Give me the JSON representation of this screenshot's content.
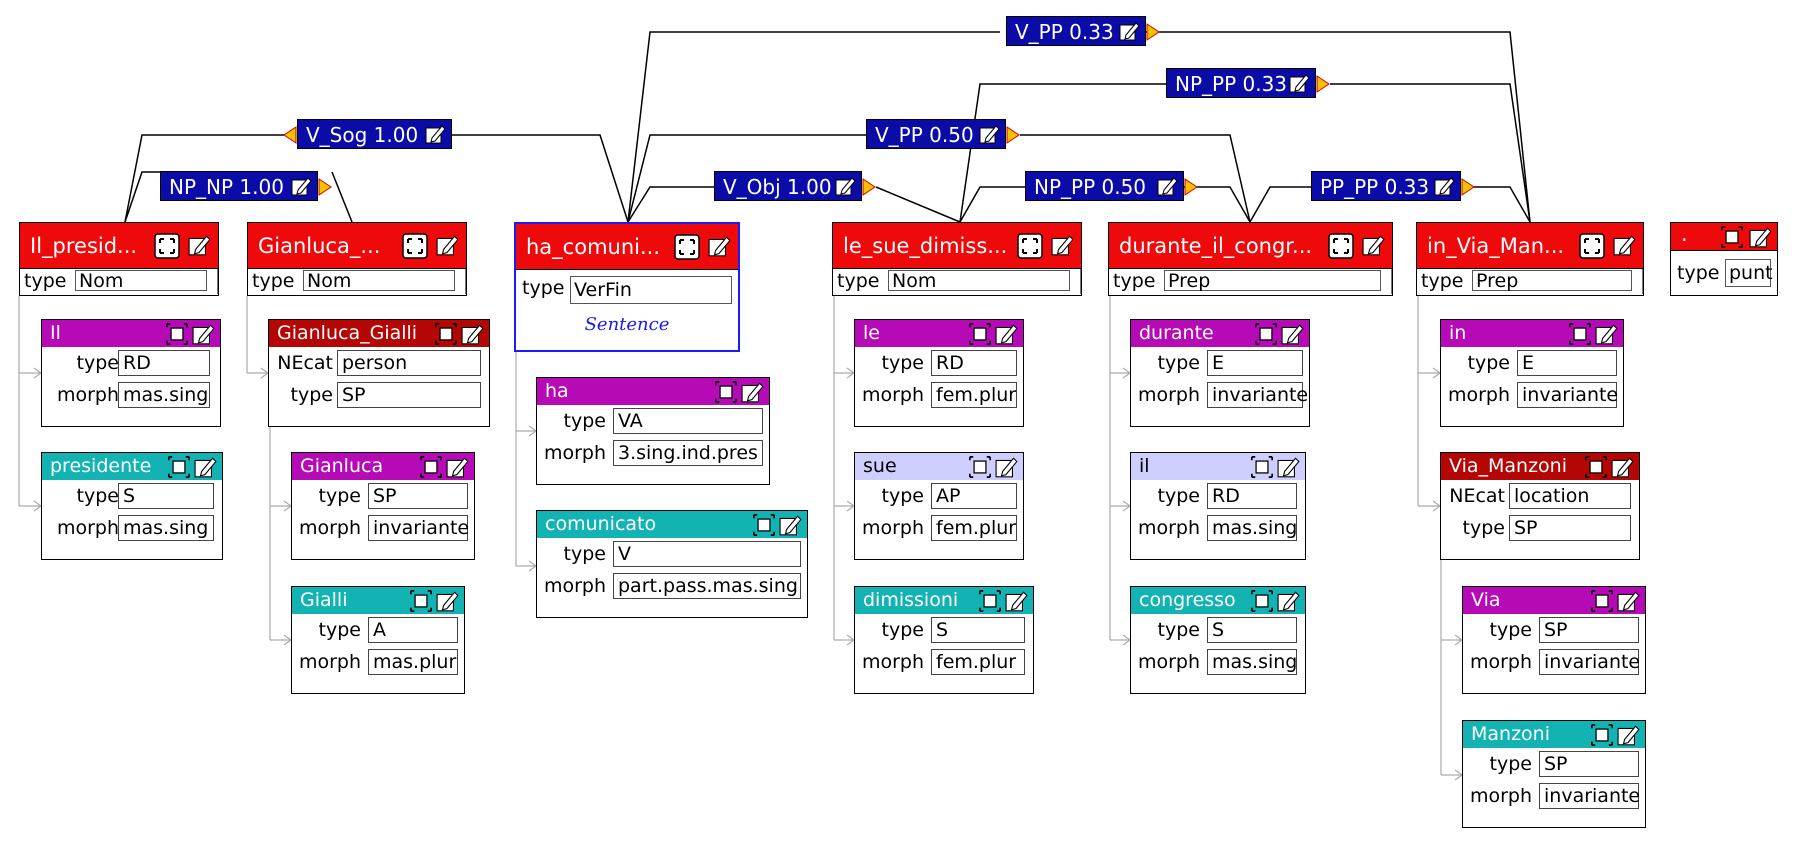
{
  "relations": [
    {
      "id": "r1",
      "label": "V_PP 0.33"
    },
    {
      "id": "r2",
      "label": "NP_PP 0.33"
    },
    {
      "id": "r3",
      "label": "V_Sog 1.00"
    },
    {
      "id": "r4",
      "label": "V_PP 0.50"
    },
    {
      "id": "r5",
      "label": "NP_NP 1.00"
    },
    {
      "id": "r6",
      "label": "V_Obj 1.00"
    },
    {
      "id": "r7",
      "label": "NP_PP 0.50"
    },
    {
      "id": "r8",
      "label": "PP_PP 0.33"
    }
  ],
  "chunks": [
    {
      "id": "c1",
      "title": "Il_presid...",
      "key": "type",
      "value": "Nom"
    },
    {
      "id": "c2",
      "title": "Gianluca_...",
      "key": "type",
      "value": "Nom"
    },
    {
      "id": "c3",
      "title": "ha_comuni...",
      "key": "type",
      "value": "VerFin",
      "sentence_label": "Sentence"
    },
    {
      "id": "c4",
      "title": "le_sue_dimiss...",
      "key": "type",
      "value": "Nom"
    },
    {
      "id": "c5",
      "title": "durante_il_congr...",
      "key": "type",
      "value": "Prep"
    },
    {
      "id": "c6",
      "title": "in_Via_Man...",
      "key": "type",
      "value": "Prep"
    },
    {
      "id": "c7",
      "title": ".",
      "key": "type",
      "value": "punt"
    }
  ],
  "tokens": [
    {
      "id": "t1",
      "title": "Il",
      "fields": [
        [
          "type",
          "RD"
        ],
        [
          "morph",
          "mas.sing"
        ]
      ]
    },
    {
      "id": "t2",
      "title": "presidente",
      "fields": [
        [
          "type",
          "S"
        ],
        [
          "morph",
          "mas.sing"
        ]
      ]
    },
    {
      "id": "t3",
      "title": "Gianluca_Gialli",
      "fields": [
        [
          "NEcat",
          "person"
        ],
        [
          "type",
          "SP"
        ]
      ]
    },
    {
      "id": "t4",
      "title": "Gianluca",
      "fields": [
        [
          "type",
          "SP"
        ],
        [
          "morph",
          "invariante"
        ]
      ]
    },
    {
      "id": "t5",
      "title": "Gialli",
      "fields": [
        [
          "type",
          "A"
        ],
        [
          "morph",
          "mas.plur"
        ]
      ]
    },
    {
      "id": "t6",
      "title": "ha",
      "fields": [
        [
          "type",
          "VA"
        ],
        [
          "morph",
          "3.sing.ind.pres"
        ]
      ]
    },
    {
      "id": "t7",
      "title": "comunicato",
      "fields": [
        [
          "type",
          "V"
        ],
        [
          "morph",
          "part.pass.mas.sing"
        ]
      ]
    },
    {
      "id": "t8",
      "title": "le",
      "fields": [
        [
          "type",
          "RD"
        ],
        [
          "morph",
          "fem.plur"
        ]
      ]
    },
    {
      "id": "t9",
      "title": "sue",
      "fields": [
        [
          "type",
          "AP"
        ],
        [
          "morph",
          "fem.plur"
        ]
      ]
    },
    {
      "id": "t10",
      "title": "dimissioni",
      "fields": [
        [
          "type",
          "S"
        ],
        [
          "morph",
          "fem.plur"
        ]
      ]
    },
    {
      "id": "t11",
      "title": "durante",
      "fields": [
        [
          "type",
          "E"
        ],
        [
          "morph",
          "invariante"
        ]
      ]
    },
    {
      "id": "t12",
      "title": "il",
      "fields": [
        [
          "type",
          "RD"
        ],
        [
          "morph",
          "mas.sing"
        ]
      ]
    },
    {
      "id": "t13",
      "title": "congresso",
      "fields": [
        [
          "type",
          "S"
        ],
        [
          "morph",
          "mas.sing"
        ]
      ]
    },
    {
      "id": "t14",
      "title": "in",
      "fields": [
        [
          "type",
          "E"
        ],
        [
          "morph",
          "invariante"
        ]
      ]
    },
    {
      "id": "t15",
      "title": "Via_Manzoni",
      "fields": [
        [
          "NEcat",
          "location"
        ],
        [
          "type",
          "SP"
        ]
      ]
    },
    {
      "id": "t16",
      "title": "Via",
      "fields": [
        [
          "type",
          "SP"
        ],
        [
          "morph",
          "invariante"
        ]
      ]
    },
    {
      "id": "t17",
      "title": "Manzoni",
      "fields": [
        [
          "type",
          "SP"
        ],
        [
          "morph",
          "invariante"
        ]
      ]
    }
  ],
  "colors": {
    "chunk_header": "#ee0a0a",
    "relation_label": "#0b0ba8",
    "token_function_word": "#b50ab5",
    "token_noun": "#13b3b3",
    "token_adjective": "#cfcfff",
    "token_named_entity": "#b50606",
    "sentence_border": "#1a1aff",
    "arrow_marker": "#f4c200"
  }
}
